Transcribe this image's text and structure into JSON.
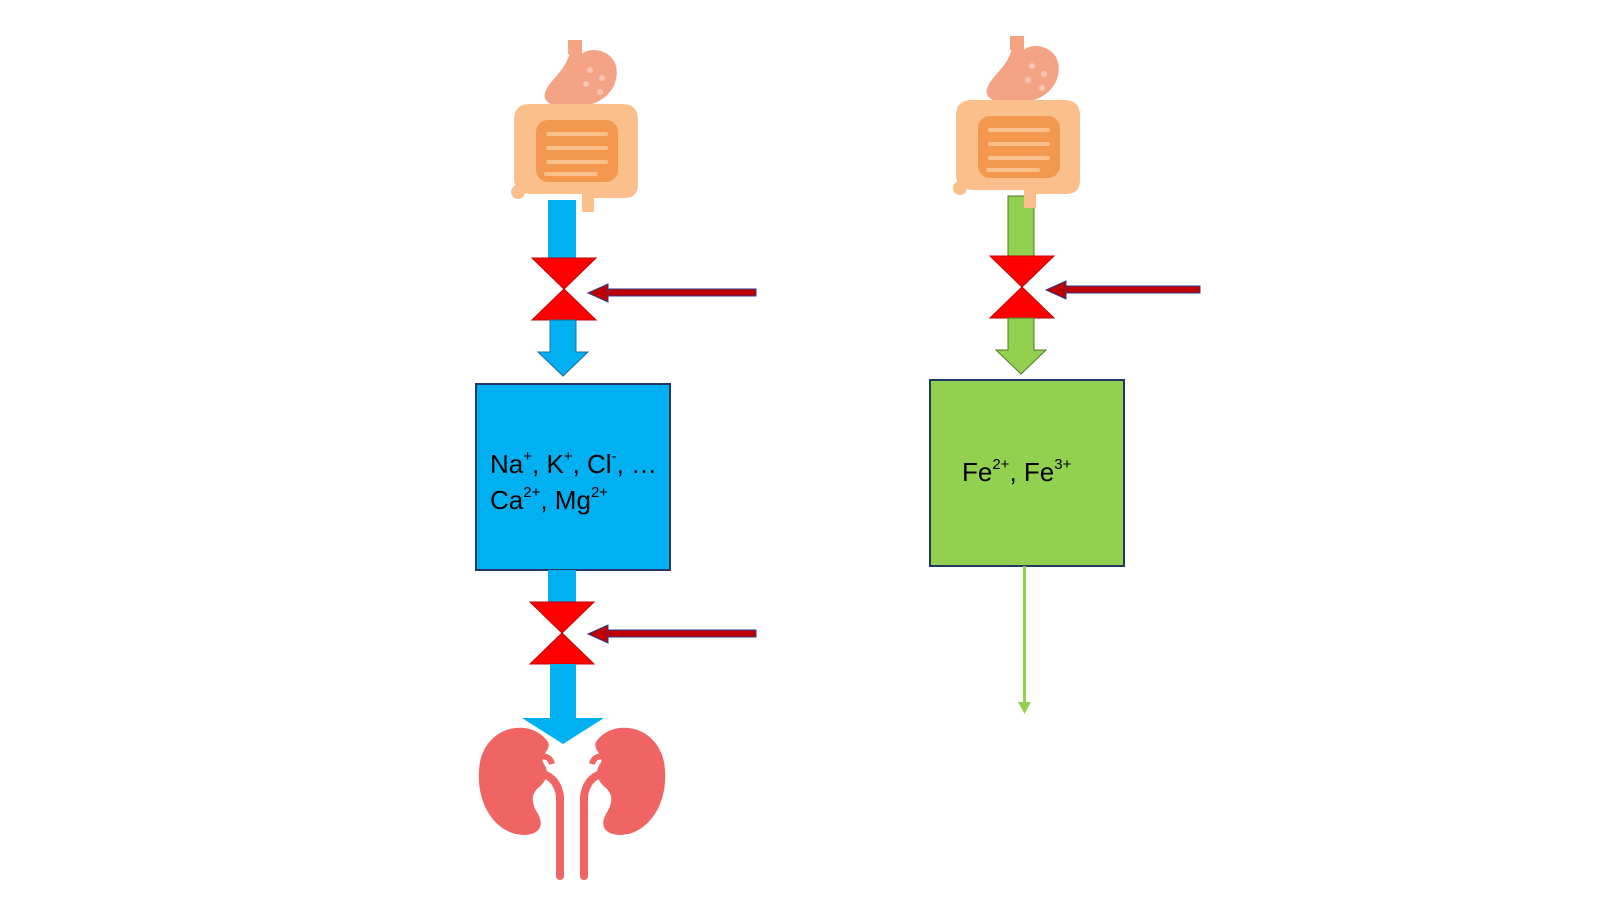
{
  "colors": {
    "left_flow": "#00B0F0",
    "right_flow": "#92D050",
    "valve": "#FF0000",
    "control_arrow_fill": "#C00000",
    "control_arrow_outline": "#2F3A8F",
    "box_outline": "#1F3864",
    "stomach": "#F4A484",
    "intestine_outer": "#FBBF8C",
    "intestine_inner": "#F3994F",
    "kidney": "#F06464"
  },
  "icons": {
    "left_top": "digestive-system-icon",
    "right_top": "digestive-system-icon",
    "left_bottom": "kidneys-icon"
  },
  "left_box": {
    "line1": [
      {
        "t": "Na"
      },
      {
        "sup": "+"
      },
      {
        "t": ", K"
      },
      {
        "sup": "+"
      },
      {
        "t": ", Cl"
      },
      {
        "sup": "-"
      },
      {
        "t": ", …"
      }
    ],
    "line2": [
      {
        "t": "Ca"
      },
      {
        "sup": "2+"
      },
      {
        "t": ", Mg"
      },
      {
        "sup": "2+"
      }
    ]
  },
  "right_box": {
    "line1": [
      {
        "t": "Fe"
      },
      {
        "sup": "2+"
      },
      {
        "t": ", Fe"
      },
      {
        "sup": "3+"
      }
    ]
  }
}
